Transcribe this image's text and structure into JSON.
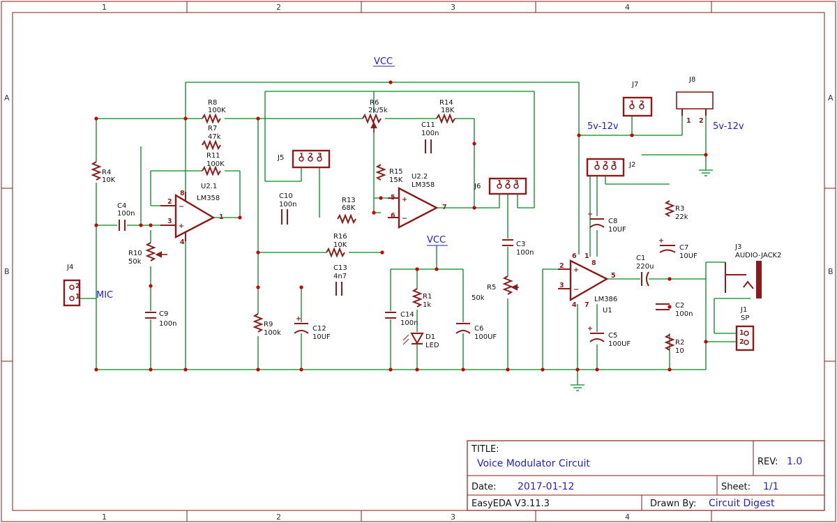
{
  "net_labels": {
    "vcc_top": "VCC",
    "vcc_mid": "VCC",
    "mic": "MIC",
    "supply_left": "5v-12v",
    "supply_right": "5v-12v"
  },
  "zones": {
    "top": [
      "1",
      "2",
      "3",
      "4"
    ],
    "bottom": [
      "1",
      "2",
      "3",
      "4"
    ],
    "left": [
      "A",
      "B"
    ],
    "right": [
      "A",
      "B"
    ]
  },
  "components": {
    "r8": {
      "ref": "R8",
      "value": "100K"
    },
    "r7": {
      "ref": "R7",
      "value": "47k"
    },
    "r11": {
      "ref": "R11",
      "value": "100K"
    },
    "r4": {
      "ref": "R4",
      "value": "10K"
    },
    "u21": {
      "ref": "U2.1",
      "value": "LM358"
    },
    "c4": {
      "ref": "C4",
      "value": "100n"
    },
    "r10": {
      "ref": "R10",
      "value": "50k"
    },
    "c9": {
      "ref": "C9",
      "value": "100n"
    },
    "j4": {
      "ref": "J4",
      "pin1": "1",
      "pin2": "2"
    },
    "j5": {
      "ref": "J5",
      "pin1": "1",
      "pin2": "2",
      "pin3": "3"
    },
    "c10": {
      "ref": "C10",
      "value": "100n"
    },
    "r13": {
      "ref": "R13",
      "value": "68K"
    },
    "r16": {
      "ref": "R16",
      "value": "10K"
    },
    "c13": {
      "ref": "C13",
      "value": "4n7"
    },
    "r9": {
      "ref": "R9",
      "value": "100k"
    },
    "c12": {
      "ref": "C12",
      "value": "10UF"
    },
    "r6": {
      "ref": "R6",
      "value": "2k/5k"
    },
    "r14": {
      "ref": "R14",
      "value": "18K"
    },
    "c11": {
      "ref": "C11",
      "value": "100n"
    },
    "r15": {
      "ref": "R15",
      "value": "15K"
    },
    "u22": {
      "ref": "U2.2",
      "value": "LM358"
    },
    "j6": {
      "ref": "J6",
      "pin1": "1",
      "pin2": "2",
      "pin3": "3"
    },
    "c3": {
      "ref": "C3",
      "value": "100n"
    },
    "r5": {
      "ref": "R5",
      "value": "50k"
    },
    "r1": {
      "ref": "R1",
      "value": "1k"
    },
    "d1": {
      "ref": "D1",
      "value": "LED"
    },
    "c14": {
      "ref": "C14",
      "value": "100n"
    },
    "c6": {
      "ref": "C6",
      "value": "100UF"
    },
    "j7": {
      "ref": "J7",
      "pin1": "1",
      "pin2": "2"
    },
    "j8": {
      "ref": "J8",
      "pin1": "1",
      "pin2": "2"
    },
    "j2": {
      "ref": "J2",
      "pin1": "1",
      "pin2": "2",
      "pin3": "3"
    },
    "c8": {
      "ref": "C8",
      "value": "10UF"
    },
    "r3": {
      "ref": "R3",
      "value": "22k"
    },
    "c7": {
      "ref": "C7",
      "value": "10UF"
    },
    "u1": {
      "ref": "U1",
      "value": "LM386"
    },
    "c1": {
      "ref": "C1",
      "value": "220u"
    },
    "c2": {
      "ref": "C2",
      "value": "100n"
    },
    "c5": {
      "ref": "C5",
      "value": "100UF"
    },
    "r2": {
      "ref": "R2",
      "value": "10"
    },
    "j3": {
      "ref": "J3",
      "value": "AUDIO-JACK2"
    },
    "j1": {
      "ref": "J1",
      "value": "SP",
      "pin1": "1",
      "pin2": "2"
    }
  },
  "pins": {
    "u21": {
      "inv": "2",
      "noninv": "3",
      "out": "1",
      "vpos": "8",
      "vneg": "4"
    },
    "u22": {
      "noninv": "5",
      "inv": "6",
      "out": "7"
    },
    "u1": {
      "inv": "2",
      "noninv": "3",
      "out": "5",
      "vs": "6",
      "gnd": "4",
      "g1": "1",
      "g8": "8",
      "byp": "7"
    }
  },
  "title_block": {
    "title_label": "TITLE:",
    "title": "Voice Modulator Circuit",
    "rev_label": "REV:",
    "rev": "1.0",
    "date_label": "Date:",
    "date": "2017-01-12",
    "sheet_label": "Sheet:",
    "sheet": "1/1",
    "tool": "EasyEDA V3.11.3",
    "drawn_label": "Drawn By:",
    "drawn_by": "Circuit Digest"
  },
  "colors": {
    "wire": "#00891f",
    "component": "#8b1a1a",
    "net_label": "#1f1fd1"
  }
}
